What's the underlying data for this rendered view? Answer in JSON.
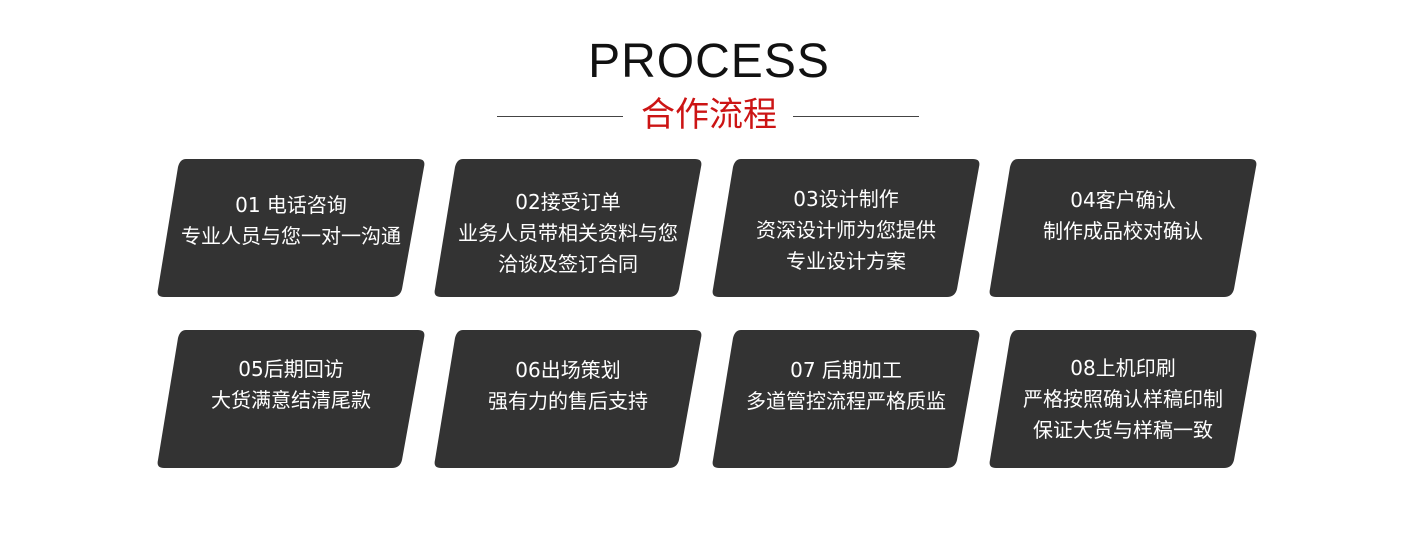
{
  "header": {
    "title_en": "PROCESS",
    "title_cn": "合作流程"
  },
  "colors": {
    "card_background": "#333333",
    "accent": "#cc1414",
    "text_dark": "#111111"
  },
  "steps": [
    {
      "lines": [
        "01 电话咨询",
        "专业人员与您一对一沟通"
      ]
    },
    {
      "lines": [
        "02接受订单",
        "业务人员带相关资料与您",
        "洽谈及签订合同"
      ]
    },
    {
      "lines": [
        "03设计制作",
        "资深设计师为您提供",
        "专业设计方案"
      ]
    },
    {
      "lines": [
        "04客户确认",
        "制作成品校对确认"
      ]
    },
    {
      "lines": [
        "05后期回访",
        "大货满意结清尾款"
      ]
    },
    {
      "lines": [
        "06出场策划",
        "强有力的售后支持"
      ]
    },
    {
      "lines": [
        "07 后期加工",
        "多道管控流程严格质监"
      ]
    },
    {
      "lines": [
        "08上机印刷",
        "严格按照确认样稿印制",
        "保证大货与样稿一致"
      ]
    }
  ]
}
